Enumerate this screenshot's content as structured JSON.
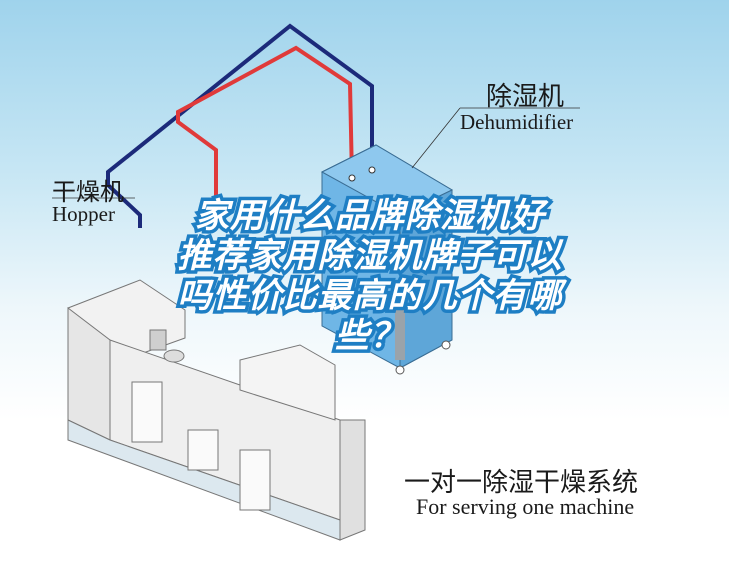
{
  "diagram": {
    "dehumidifier_label": {
      "cn": "除湿机",
      "en": "Dehumidifier"
    },
    "hopper_label": {
      "cn": "干燥机",
      "en": "Hopper"
    },
    "system_caption": {
      "cn": "一对一除湿干燥系统",
      "en": "For serving one machine"
    },
    "pipe_colors": {
      "supply": "#e03a3a",
      "return": "#1c2a7a"
    },
    "unit_color": "#6fb6e6"
  },
  "overlay": {
    "title_lines": [
      "家用什么品牌除湿机好",
      "推荐家用除湿机牌子可以",
      "吗性价比最高的几个有哪",
      "些？"
    ],
    "text_color": "#ffffff",
    "stroke_color": "#1f7fc4"
  }
}
